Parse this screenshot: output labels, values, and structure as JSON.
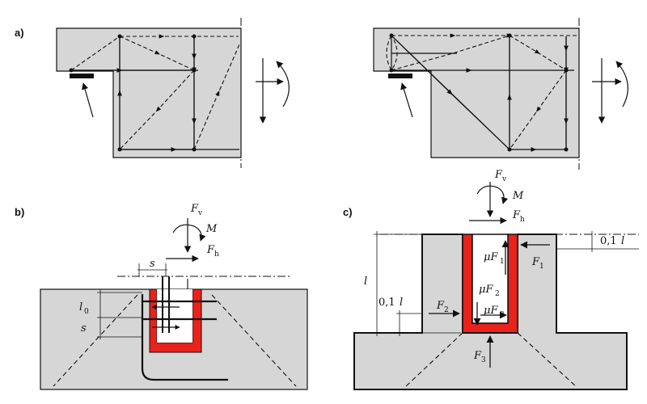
{
  "panels": {
    "a": "a)",
    "b": "b)",
    "c": "c)"
  },
  "labels_b": {
    "fv": "F",
    "fv_sub": "v",
    "m": "M",
    "fh": "F",
    "fh_sub": "h",
    "s_top": "s",
    "l0": "l",
    "l0_sub": "0",
    "s_side": "s"
  },
  "labels_c": {
    "fv": "F",
    "fv_sub": "v",
    "m": "M",
    "fh": "F",
    "fh_sub": "h",
    "l": "l",
    "dim_top_num": "0,1",
    "dim_top_l": "l",
    "dim_left_num": "0,1",
    "dim_left_l": "l",
    "f1": "F",
    "f1_sub": "1",
    "mu_f1_mu": "μF",
    "mu_f1_sub": "1",
    "mu_f2_mu": "μF",
    "mu_f2_sub": "2",
    "mu_f3_mu": "μF",
    "mu_f3_sub": "3",
    "f2": "F",
    "f2_sub": "2",
    "f3": "F",
    "f3_sub": "3"
  },
  "colors": {
    "concrete": "#d6d6d6",
    "edge": "#111111",
    "joint": "#e8231b"
  }
}
